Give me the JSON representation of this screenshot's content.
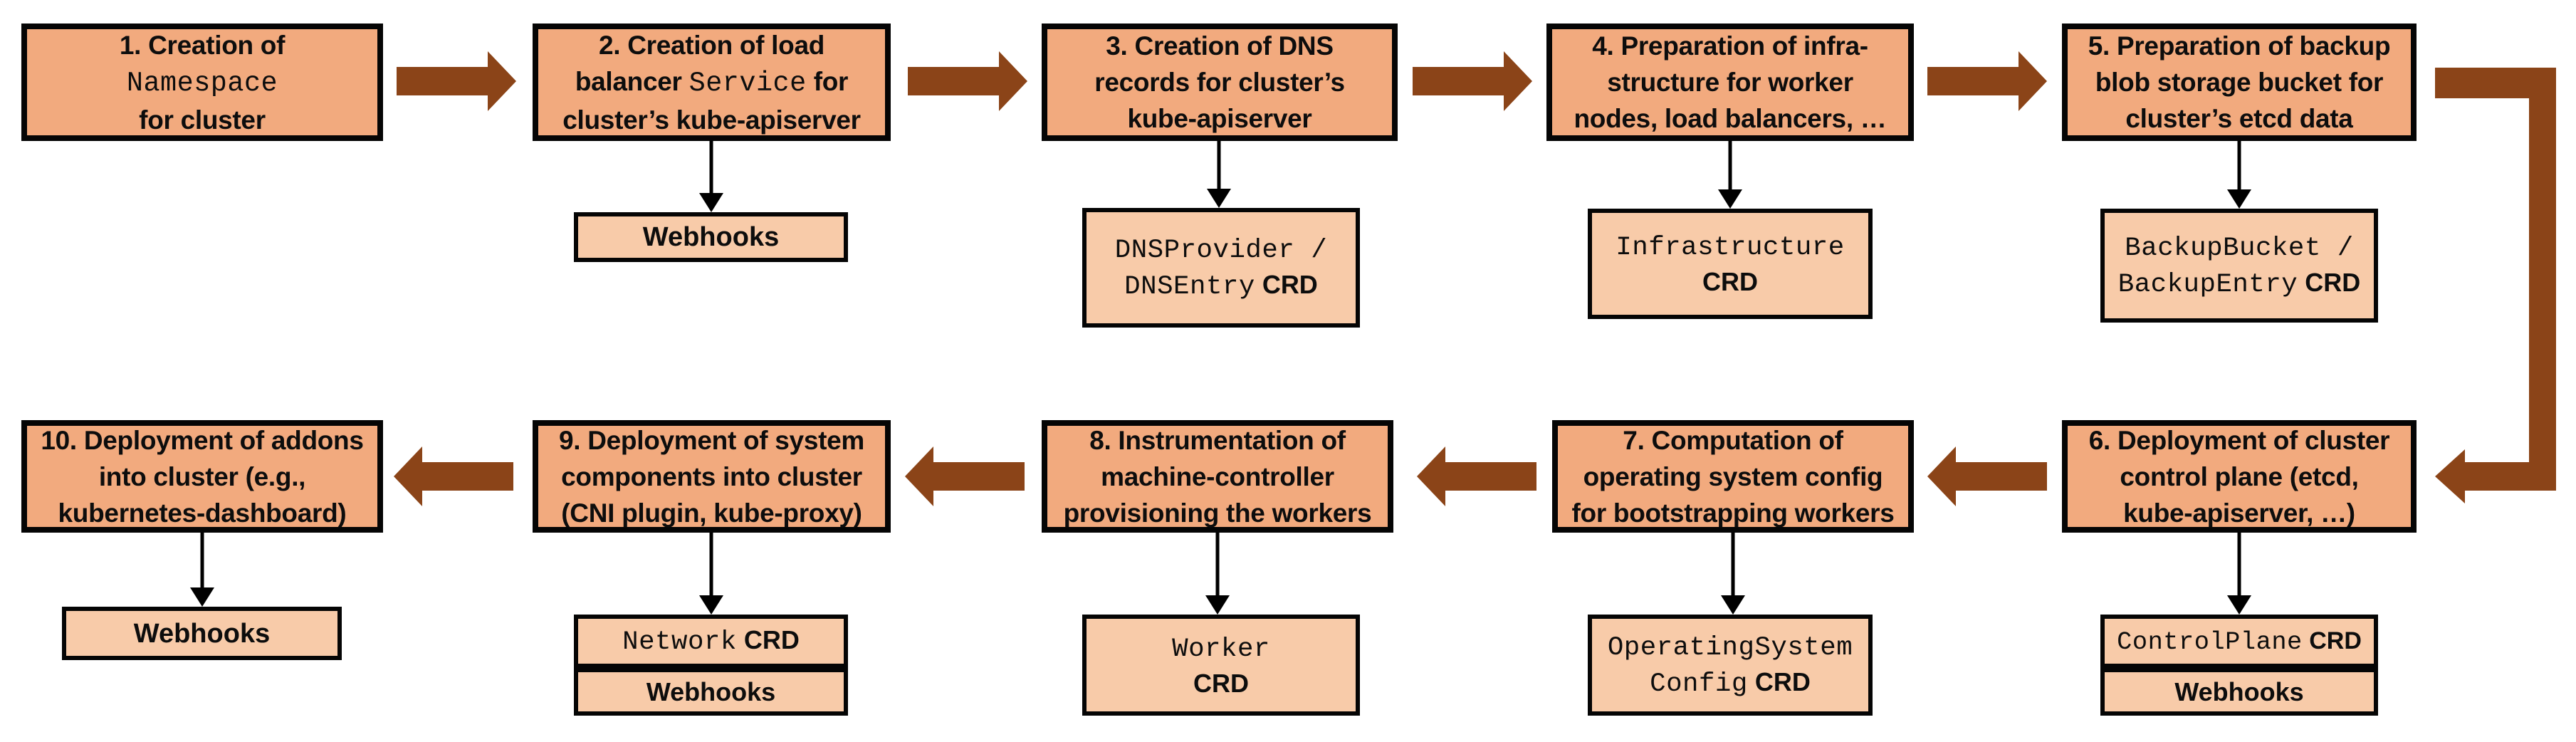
{
  "colors": {
    "box_fill": "#F2AA7E",
    "child_fill": "#F8CBA9",
    "border": "#050505",
    "arrow_brown": "#8B4418"
  },
  "steps": [
    {
      "id": "1",
      "label": "1. Creation of\n`Namespace`\nfor cluster",
      "children": []
    },
    {
      "id": "2",
      "label": "2. Creation of load\nbalancer `Service` for\ncluster’s kube-apiserver",
      "children": [
        {
          "label": "Webhooks"
        }
      ]
    },
    {
      "id": "3",
      "label": "3. Creation of DNS\nrecords for cluster’s\nkube-apiserver",
      "children": [
        {
          "label": "`DNSProvider /`\n`DNSEntry` CRD"
        }
      ]
    },
    {
      "id": "4",
      "label": "4. Preparation of infra-\nstructure for worker\nnodes, load balancers, …",
      "children": [
        {
          "label": "`Infrastructure`\nCRD"
        }
      ]
    },
    {
      "id": "5",
      "label": "5. Preparation of backup\nblob storage bucket for\ncluster’s etcd data",
      "children": [
        {
          "label": "`BackupBucket /`\n`BackupEntry` CRD"
        }
      ]
    },
    {
      "id": "6",
      "label": "6. Deployment of cluster\ncontrol plane (etcd,\nkube-apiserver, …)",
      "children": [
        {
          "label": "`ControlPlane` CRD"
        },
        {
          "label": "Webhooks"
        }
      ]
    },
    {
      "id": "7",
      "label": "7. Computation of\noperating system config\nfor bootstrapping workers",
      "children": [
        {
          "label": "`OperatingSystem`\n`Config` CRD"
        }
      ]
    },
    {
      "id": "8",
      "label": "8. Instrumentation of\nmachine-controller\nprovisioning the workers",
      "children": [
        {
          "label": "`Worker`\nCRD"
        }
      ]
    },
    {
      "id": "9",
      "label": "9. Deployment of system\ncomponents into cluster\n(CNI plugin, kube-proxy)",
      "children": [
        {
          "label": "`Network` CRD"
        },
        {
          "label": "Webhooks"
        }
      ]
    },
    {
      "id": "10",
      "label": "10. Deployment of addons\ninto cluster (e.g.,\nkubernetes-dashboard)",
      "children": [
        {
          "label": "Webhooks"
        }
      ]
    }
  ]
}
